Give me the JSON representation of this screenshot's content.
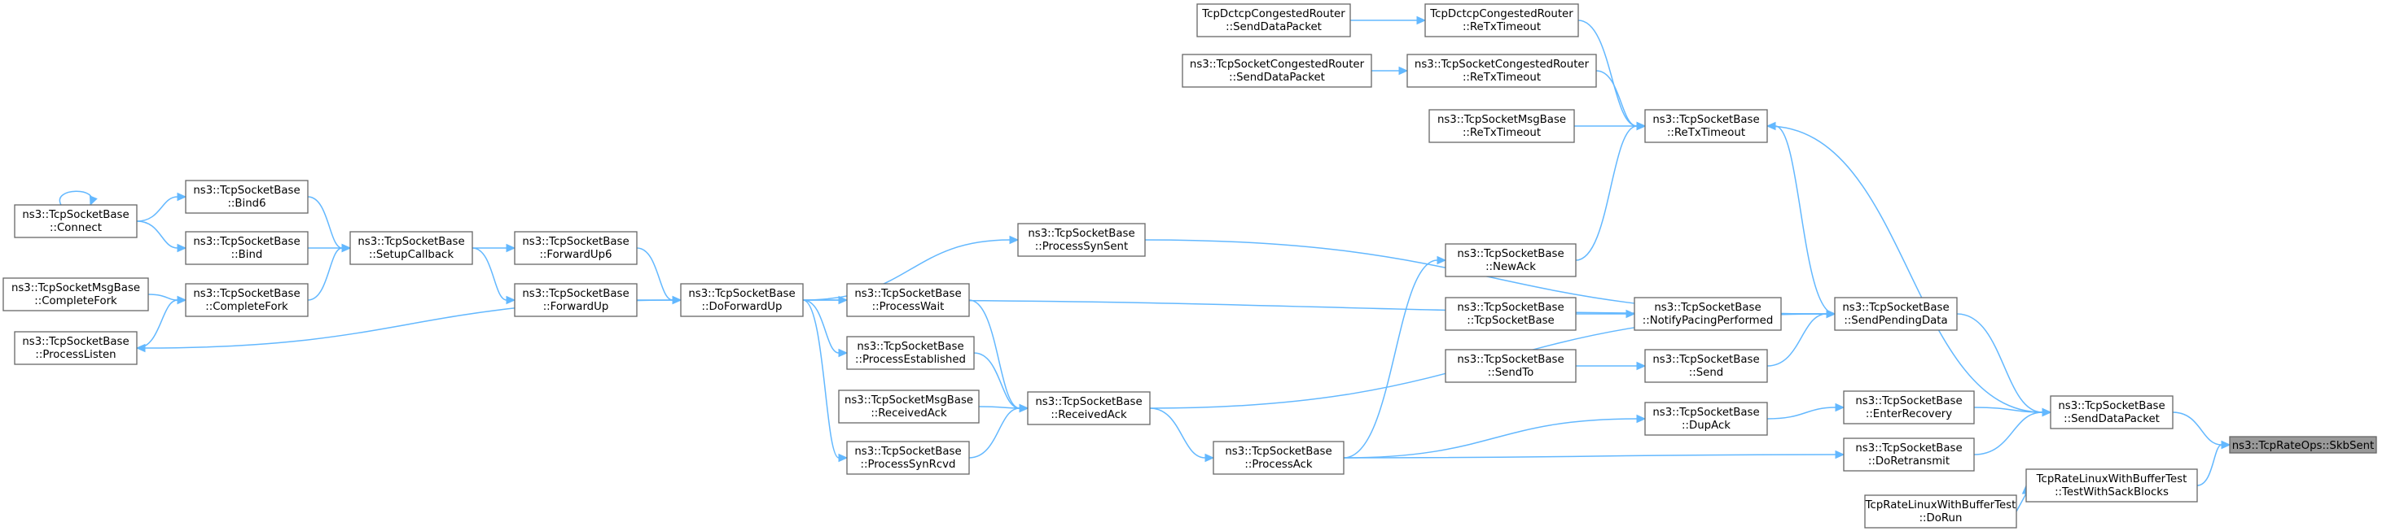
{
  "graph": {
    "nodes": [
      {
        "id": "root",
        "lines": [
          "ns3::TcpRateOps::SkbSent"
        ],
        "highlight": true
      },
      {
        "id": "sdp",
        "lines": [
          "ns3::TcpSocketBase",
          "::SendDataPacket"
        ]
      },
      {
        "id": "trtest",
        "lines": [
          "TcpRateLinuxWithBufferTest",
          "::TestWithSackBlocks"
        ]
      },
      {
        "id": "trdorun",
        "lines": [
          "TcpRateLinuxWithBufferTest",
          "::DoRun"
        ]
      },
      {
        "id": "rtx",
        "lines": [
          "ns3::TcpSocketBase",
          "::ReTxTimeout"
        ]
      },
      {
        "id": "spd",
        "lines": [
          "ns3::TcpSocketBase",
          "::SendPendingData"
        ]
      },
      {
        "id": "enterrec",
        "lines": [
          "ns3::TcpSocketBase",
          "::EnterRecovery"
        ]
      },
      {
        "id": "doretx",
        "lines": [
          "ns3::TcpSocketBase",
          "::DoRetransmit"
        ]
      },
      {
        "id": "dctcprtx",
        "lines": [
          "TcpDctcpCongestedRouter",
          "::ReTxTimeout"
        ]
      },
      {
        "id": "dctcpsdp",
        "lines": [
          "TcpDctcpCongestedRouter",
          "::SendDataPacket"
        ]
      },
      {
        "id": "congrtx",
        "lines": [
          "ns3::TcpSocketCongestedRouter",
          "::ReTxTimeout"
        ]
      },
      {
        "id": "congsdp",
        "lines": [
          "ns3::TcpSocketCongestedRouter",
          "::SendDataPacket"
        ]
      },
      {
        "id": "msgrtx",
        "lines": [
          "ns3::TcpSocketMsgBase",
          "::ReTxTimeout"
        ]
      },
      {
        "id": "newack",
        "lines": [
          "ns3::TcpSocketBase",
          "::NewAck"
        ]
      },
      {
        "id": "notify",
        "lines": [
          "ns3::TcpSocketBase",
          "::NotifyPacingPerformed"
        ]
      },
      {
        "id": "ctor",
        "lines": [
          "ns3::TcpSocketBase",
          "::TcpSocketBase"
        ]
      },
      {
        "id": "send",
        "lines": [
          "ns3::TcpSocketBase",
          "::Send"
        ]
      },
      {
        "id": "sendto",
        "lines": [
          "ns3::TcpSocketBase",
          "::SendTo"
        ]
      },
      {
        "id": "dupack",
        "lines": [
          "ns3::TcpSocketBase",
          "::DupAck"
        ]
      },
      {
        "id": "procack",
        "lines": [
          "ns3::TcpSocketBase",
          "::ProcessAck"
        ]
      },
      {
        "id": "recvack",
        "lines": [
          "ns3::TcpSocketBase",
          "::ReceivedAck"
        ]
      },
      {
        "id": "pwait",
        "lines": [
          "ns3::TcpSocketBase",
          "::ProcessWait"
        ]
      },
      {
        "id": "pest",
        "lines": [
          "ns3::TcpSocketBase",
          "::ProcessEstablished"
        ]
      },
      {
        "id": "msgrecvack",
        "lines": [
          "ns3::TcpSocketMsgBase",
          "::ReceivedAck"
        ]
      },
      {
        "id": "psynrcvd",
        "lines": [
          "ns3::TcpSocketBase",
          "::ProcessSynRcvd"
        ]
      },
      {
        "id": "psynsent",
        "lines": [
          "ns3::TcpSocketBase",
          "::ProcessSynSent"
        ]
      },
      {
        "id": "dfu",
        "lines": [
          "ns3::TcpSocketBase",
          "::DoForwardUp"
        ]
      },
      {
        "id": "fu6",
        "lines": [
          "ns3::TcpSocketBase",
          "::ForwardUp6"
        ]
      },
      {
        "id": "fu",
        "lines": [
          "ns3::TcpSocketBase",
          "::ForwardUp"
        ]
      },
      {
        "id": "setupcb",
        "lines": [
          "ns3::TcpSocketBase",
          "::SetupCallback"
        ]
      },
      {
        "id": "bind6",
        "lines": [
          "ns3::TcpSocketBase",
          "::Bind6"
        ]
      },
      {
        "id": "bind",
        "lines": [
          "ns3::TcpSocketBase",
          "::Bind"
        ]
      },
      {
        "id": "completefork",
        "lines": [
          "ns3::TcpSocketBase",
          "::CompleteFork"
        ]
      },
      {
        "id": "connect",
        "lines": [
          "ns3::TcpSocketBase",
          "::Connect"
        ]
      },
      {
        "id": "msgcompletefork",
        "lines": [
          "ns3::TcpSocketMsgBase",
          "::CompleteFork"
        ]
      },
      {
        "id": "plisten",
        "lines": [
          "ns3::TcpSocketBase",
          "::ProcessListen"
        ]
      }
    ],
    "edges": [
      [
        "sdp",
        "root"
      ],
      [
        "trtest",
        "root"
      ],
      [
        "trdorun",
        "trtest"
      ],
      [
        "rtx",
        "sdp"
      ],
      [
        "spd",
        "sdp"
      ],
      [
        "enterrec",
        "sdp"
      ],
      [
        "doretx",
        "sdp"
      ],
      [
        "dctcprtx",
        "rtx"
      ],
      [
        "dctcpsdp",
        "dctcprtx"
      ],
      [
        "congrtx",
        "rtx"
      ],
      [
        "congsdp",
        "congrtx"
      ],
      [
        "msgrtx",
        "rtx"
      ],
      [
        "newack",
        "rtx"
      ],
      [
        "spd",
        "rtx"
      ],
      [
        "notify",
        "spd"
      ],
      [
        "ctor",
        "notify"
      ],
      [
        "send",
        "spd"
      ],
      [
        "sendto",
        "send"
      ],
      [
        "dupack",
        "enterrec"
      ],
      [
        "procack",
        "dupack"
      ],
      [
        "procack",
        "doretx"
      ],
      [
        "procack",
        "newack"
      ],
      [
        "recvack",
        "procack"
      ],
      [
        "recvack",
        "spd"
      ],
      [
        "pwait",
        "recvack"
      ],
      [
        "pest",
        "recvack"
      ],
      [
        "msgrecvack",
        "recvack"
      ],
      [
        "psynrcvd",
        "recvack"
      ],
      [
        "psynsent",
        "spd"
      ],
      [
        "dfu",
        "psynsent"
      ],
      [
        "dfu",
        "pwait"
      ],
      [
        "dfu",
        "pest"
      ],
      [
        "dfu",
        "psynrcvd"
      ],
      [
        "dfu",
        "spd"
      ],
      [
        "fu6",
        "dfu"
      ],
      [
        "fu",
        "dfu"
      ],
      [
        "setupcb",
        "fu6"
      ],
      [
        "setupcb",
        "fu"
      ],
      [
        "bind6",
        "setupcb"
      ],
      [
        "bind",
        "setupcb"
      ],
      [
        "completefork",
        "setupcb"
      ],
      [
        "connect",
        "bind6"
      ],
      [
        "connect",
        "bind"
      ],
      [
        "connect",
        "connect"
      ],
      [
        "msgcompletefork",
        "completefork"
      ],
      [
        "plisten",
        "completefork"
      ],
      [
        "dfu",
        "plisten"
      ]
    ]
  }
}
